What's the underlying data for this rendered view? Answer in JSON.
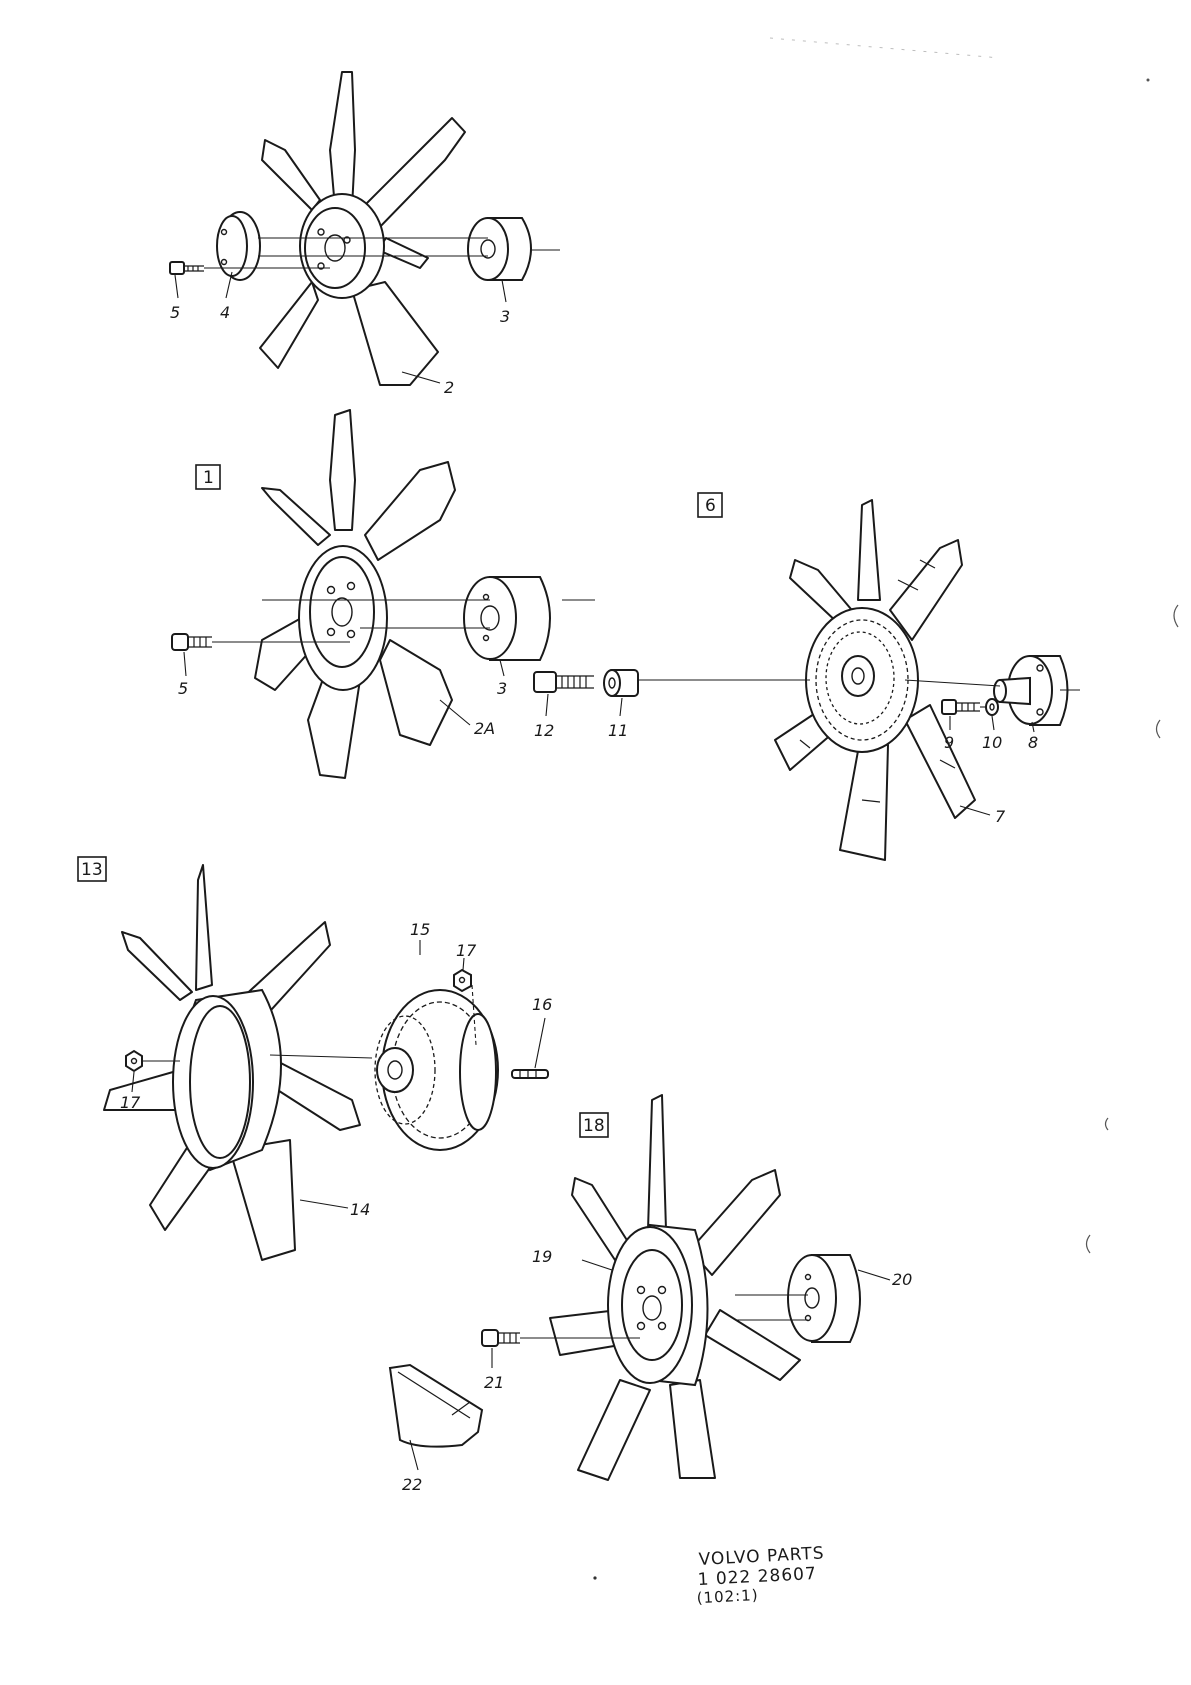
{
  "groups": {
    "g1": "1",
    "g6": "6",
    "g13": "13",
    "g18": "18"
  },
  "callouts": {
    "fan_a": {
      "bolt": "5",
      "washer": "4",
      "hub": "3",
      "fan": "2"
    },
    "fan_b": {
      "bolt": "5",
      "hub": "3",
      "fan": "2A"
    },
    "fan_c": {
      "bolt": "12",
      "spacer": "11",
      "bolt_small": "9",
      "washer": "10",
      "pulley": "8",
      "fan": "7"
    },
    "fan_d": {
      "nut_left": "17",
      "coupling": "15",
      "nut_right": "17",
      "stud": "16",
      "fan": "14"
    },
    "fan_e": {
      "fan": "19",
      "hub": "20",
      "bolt": "21",
      "plate": "22"
    }
  },
  "footer": {
    "line1": "VOLVO  PARTS",
    "line2": "1  022  28607",
    "line3": "(102:1)"
  }
}
